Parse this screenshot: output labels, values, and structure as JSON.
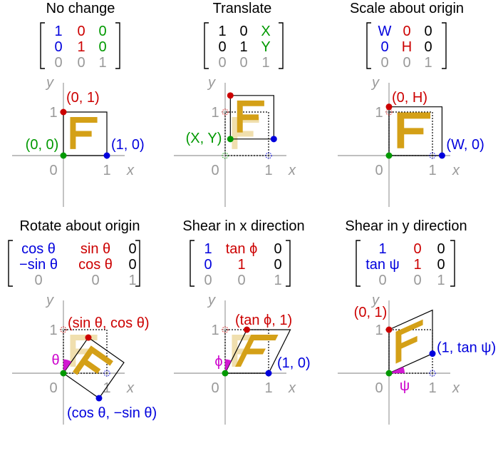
{
  "colors": {
    "blue": "#0000dd",
    "red": "#cc0000",
    "green": "#009900",
    "gray": "#999999",
    "black": "#000000",
    "magenta": "#cc00cc",
    "gold": "#d4a017",
    "gold_faded": "#f0dfae"
  },
  "axes": {
    "x_label": "x",
    "y_label": "y",
    "zero_label": "0",
    "one_label": "1"
  },
  "panels": [
    {
      "id": "no-change",
      "title": "No change",
      "matrix": [
        [
          {
            "t": "1",
            "c": "blue"
          },
          {
            "t": "0",
            "c": "red"
          },
          {
            "t": "0",
            "c": "green"
          }
        ],
        [
          {
            "t": "0",
            "c": "blue"
          },
          {
            "t": "1",
            "c": "red"
          },
          {
            "t": "0",
            "c": "green"
          }
        ],
        [
          {
            "t": "0",
            "c": "gray"
          },
          {
            "t": "0",
            "c": "gray"
          },
          {
            "t": "1",
            "c": "gray"
          }
        ]
      ],
      "labels": [
        {
          "t": "(0, 1)",
          "c": "red"
        },
        {
          "t": "(0, 0)",
          "c": "green"
        },
        {
          "t": "(1, 0)",
          "c": "blue"
        }
      ]
    },
    {
      "id": "translate",
      "title": "Translate",
      "matrix": [
        [
          {
            "t": "1",
            "c": "black"
          },
          {
            "t": "0",
            "c": "black"
          },
          {
            "t": "X",
            "c": "green"
          }
        ],
        [
          {
            "t": "0",
            "c": "black"
          },
          {
            "t": "1",
            "c": "black"
          },
          {
            "t": "Y",
            "c": "green"
          }
        ],
        [
          {
            "t": "0",
            "c": "gray"
          },
          {
            "t": "0",
            "c": "gray"
          },
          {
            "t": "1",
            "c": "gray"
          }
        ]
      ],
      "labels": [
        {
          "t": "(X, Y)",
          "c": "green"
        }
      ]
    },
    {
      "id": "scale",
      "title": "Scale about origin",
      "matrix": [
        [
          {
            "t": "W",
            "c": "blue"
          },
          {
            "t": "0",
            "c": "red"
          },
          {
            "t": "0",
            "c": "black"
          }
        ],
        [
          {
            "t": "0",
            "c": "blue"
          },
          {
            "t": "H",
            "c": "red"
          },
          {
            "t": "0",
            "c": "black"
          }
        ],
        [
          {
            "t": "0",
            "c": "gray"
          },
          {
            "t": "0",
            "c": "gray"
          },
          {
            "t": "1",
            "c": "gray"
          }
        ]
      ],
      "labels": [
        {
          "t": "(0, H)",
          "c": "red"
        },
        {
          "t": "(W, 0)",
          "c": "blue"
        }
      ]
    },
    {
      "id": "rotate",
      "title": "Rotate about origin",
      "matrix": [
        [
          {
            "t": "cos θ",
            "c": "blue"
          },
          {
            "t": "sin θ",
            "c": "red"
          },
          {
            "t": "0",
            "c": "black"
          }
        ],
        [
          {
            "t": "−sin θ",
            "c": "blue"
          },
          {
            "t": "cos θ",
            "c": "red"
          },
          {
            "t": "0",
            "c": "black"
          }
        ],
        [
          {
            "t": "0",
            "c": "gray"
          },
          {
            "t": "0",
            "c": "gray"
          },
          {
            "t": "1",
            "c": "gray"
          }
        ]
      ],
      "labels": [
        {
          "t": "(sin θ, cos θ)",
          "c": "red"
        },
        {
          "t": "θ",
          "c": "magenta"
        },
        {
          "t": "(cos θ, −sin θ)",
          "c": "blue"
        }
      ]
    },
    {
      "id": "shear-x",
      "title": "Shear in x direction",
      "matrix": [
        [
          {
            "t": "1",
            "c": "blue"
          },
          {
            "t": "tan ϕ",
            "c": "red"
          },
          {
            "t": "0",
            "c": "black"
          }
        ],
        [
          {
            "t": "0",
            "c": "blue"
          },
          {
            "t": "1",
            "c": "red"
          },
          {
            "t": "0",
            "c": "black"
          }
        ],
        [
          {
            "t": "0",
            "c": "gray"
          },
          {
            "t": "0",
            "c": "gray"
          },
          {
            "t": "1",
            "c": "gray"
          }
        ]
      ],
      "labels": [
        {
          "t": "(tan ϕ, 1)",
          "c": "red"
        },
        {
          "t": "ϕ",
          "c": "magenta"
        },
        {
          "t": "(1, 0)",
          "c": "blue"
        }
      ]
    },
    {
      "id": "shear-y",
      "title": "Shear in y direction",
      "matrix": [
        [
          {
            "t": "1",
            "c": "blue"
          },
          {
            "t": "0",
            "c": "red"
          },
          {
            "t": "0",
            "c": "black"
          }
        ],
        [
          {
            "t": "tan ψ",
            "c": "blue"
          },
          {
            "t": "1",
            "c": "red"
          },
          {
            "t": "0",
            "c": "black"
          }
        ],
        [
          {
            "t": "0",
            "c": "gray"
          },
          {
            "t": "0",
            "c": "gray"
          },
          {
            "t": "1",
            "c": "gray"
          }
        ]
      ],
      "labels": [
        {
          "t": "(0, 1)",
          "c": "red"
        },
        {
          "t": "(1, tan ψ)",
          "c": "blue"
        },
        {
          "t": "ψ",
          "c": "magenta"
        }
      ]
    }
  ]
}
